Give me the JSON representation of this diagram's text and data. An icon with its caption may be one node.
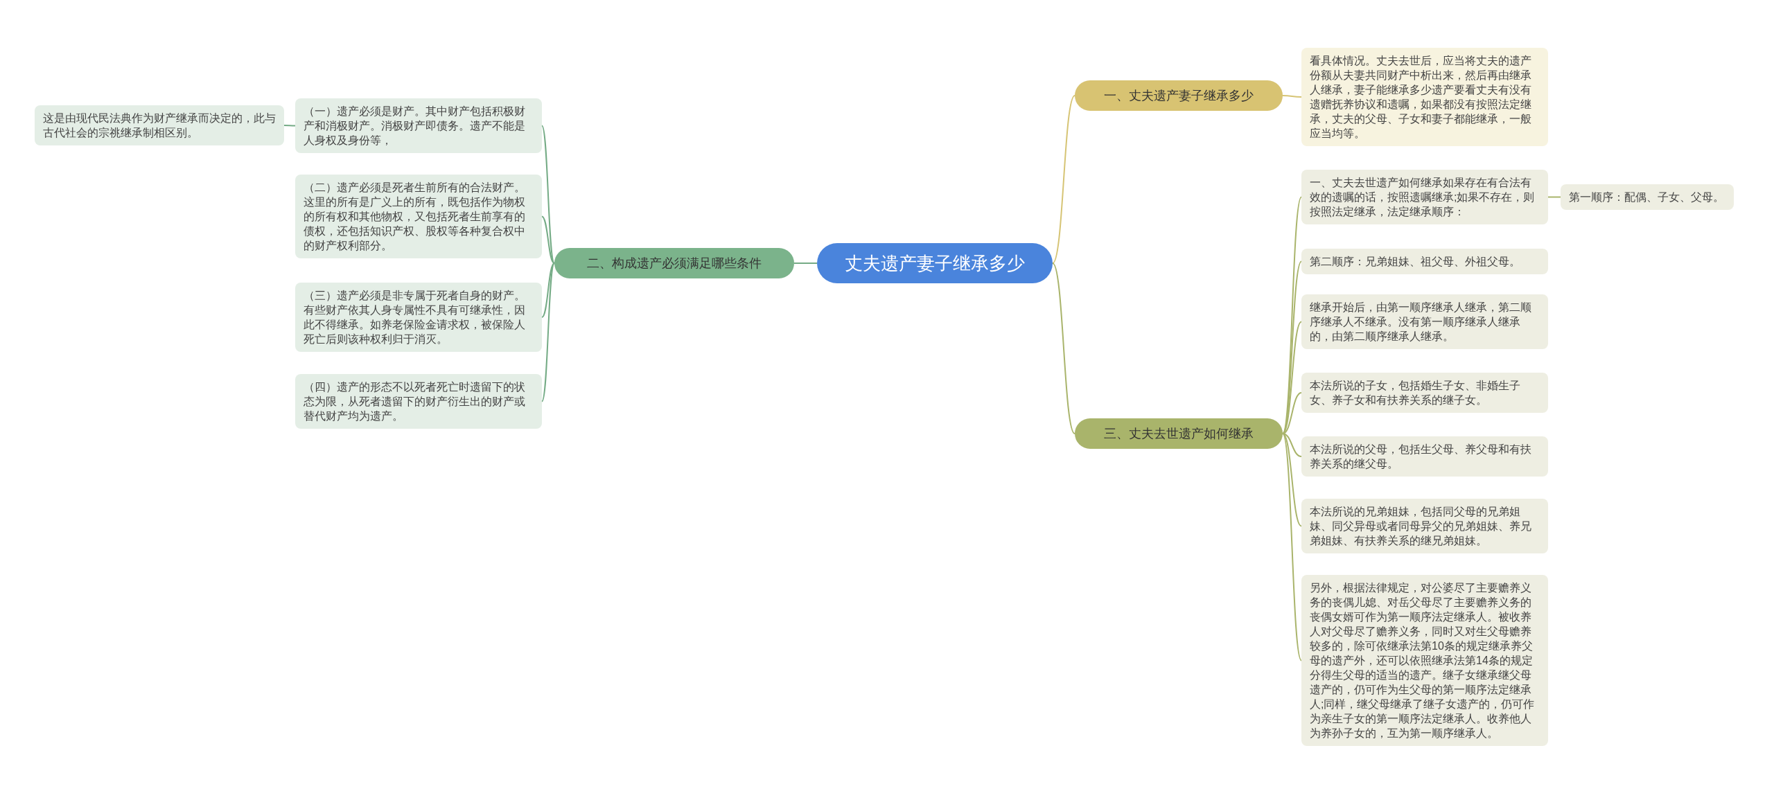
{
  "diagram": {
    "nodes": [
      {
        "text": [
          "丈夫遗产妻子继承多少"
        ]
      },
      {
        "text": [
          "一、丈夫遗产妻子继承多少"
        ]
      },
      {
        "text": [
          "看具体情况。丈夫去世后，应当将丈夫的遗产份额从夫妻共同财产中析出来，然后再由继承人继承，妻子能继承多少遗产要看丈夫有没有遗赠抚养协议和遗嘱，如果都没有按照法定继承，丈夫的父母、子女和妻子都能继承，一般应当均等。"
        ]
      },
      {
        "text": [
          "二、构成遗产必须满足哪些条件"
        ]
      },
      {
        "text": [
          "（一）遗产必须是财产。其中财产包括积极财产和消极财产。消极财产即债务。遗产不能是人身权及身份等，"
        ]
      },
      {
        "text": [
          "（二）遗产必须是死者生前所有的合法财产。这里的所有是广义上的所有，既包括作为物权的所有权和其他物权，又包括死者生前享有的债权，还包括知识产权、股权等各种复合权中的财产权利部分。"
        ]
      },
      {
        "text": [
          "（三）遗产必须是非专属于死者自身的财产。有些财产依其人身专属性不具有可继承性，因此不得继承。如养老保险金请求权，被保险人死亡后则该种权利归于消灭。"
        ]
      },
      {
        "text": [
          "（四）遗产的形态不以死者死亡时遗留下的状态为限，从死者遗留下的财产衍生出的财产或替代财产均为遗产。"
        ]
      },
      {
        "text": [
          "这是由现代民法典作为财产继承而决定的，此与古代社会的宗祧继承制相区别。"
        ]
      },
      {
        "text": [
          "三、丈夫去世遗产如何继承"
        ]
      },
      {
        "text": [
          "一、丈夫去世遗产如何继承如果存在有合法有效的遗嘱的话，按照遗嘱继承;如果不存在，则按照法定继承，法定继承顺序："
        ]
      },
      {
        "text": [
          "第一顺序：配偶、子女、父母。"
        ]
      },
      {
        "text": [
          "第二顺序：兄弟姐妹、祖父母、外祖父母。"
        ]
      },
      {
        "text": [
          "继承开始后，由第一顺序继承人继承，第二顺序继承人不继承。没有第一顺序继承人继承的，由第二顺序继承人继承。"
        ]
      },
      {
        "text": [
          "本法所说的子女，包括婚生子女、非婚生子女、养子女和有扶养关系的继子女。"
        ]
      },
      {
        "text": [
          "本法所说的父母，包括生父母、养父母和有扶养关系的继父母。"
        ]
      },
      {
        "text": [
          "本法所说的兄弟姐妹，包括同父母的兄弟姐妹、同父异母或者同母异父的兄弟姐妹、养兄弟姐妹、有扶养关系的继兄弟姐妹。"
        ]
      },
      {
        "text": [
          "另外，根据法律规定，对公婆尽了主要赡养义务的丧偶儿媳、对岳父母尽了主要赡养义务的丧偶女婿可作为第一顺序法定继承人。被收养人对父母尽了赡养义务，同时又对生父母赡养较多的，除可依继承法第10条的规定继承养父母的遗产外，还可以依照继承法第14条的规定分得生父母的适当的遗产。继子女继承继父母遗产的，仍可作为生父母的第一顺序法定继承人;同样，继父母继承了继子女遗产的，仍可作为亲生子女的第一顺序法定继承人。收养他人为养孙子女的，互为第一顺序继承人。"
        ]
      }
    ],
    "edges": [
      {
        "from": 0,
        "to": 1,
        "arrow": "none",
        "color": "#d6c474"
      },
      {
        "from": 1,
        "to": 2,
        "arrow": "none",
        "color": "#d6c474"
      },
      {
        "from": 0,
        "to": 3,
        "arrow": "none",
        "color": "#74ab85"
      },
      {
        "from": 3,
        "to": 4,
        "arrow": "none",
        "color": "#74ab85"
      },
      {
        "from": 3,
        "to": 5,
        "arrow": "none",
        "color": "#74ab85"
      },
      {
        "from": 3,
        "to": 6,
        "arrow": "none",
        "color": "#74ab85"
      },
      {
        "from": 3,
        "to": 7,
        "arrow": "none",
        "color": "#74ab85"
      },
      {
        "from": 4,
        "to": 8,
        "arrow": "none",
        "color": "#74ab85"
      },
      {
        "from": 0,
        "to": 9,
        "arrow": "none"
      },
      {
        "from": 9,
        "to": 10,
        "arrow": "none"
      },
      {
        "from": 10,
        "to": 11,
        "arrow": "none"
      },
      {
        "from": 9,
        "to": 12,
        "arrow": "none"
      },
      {
        "from": 9,
        "to": 13,
        "arrow": "none"
      },
      {
        "from": 9,
        "to": 14,
        "arrow": "none"
      },
      {
        "from": 9,
        "to": 15,
        "arrow": "none"
      },
      {
        "from": 9,
        "to": 16,
        "arrow": "none"
      },
      {
        "from": 9,
        "to": 17,
        "arrow": "none"
      }
    ]
  }
}
